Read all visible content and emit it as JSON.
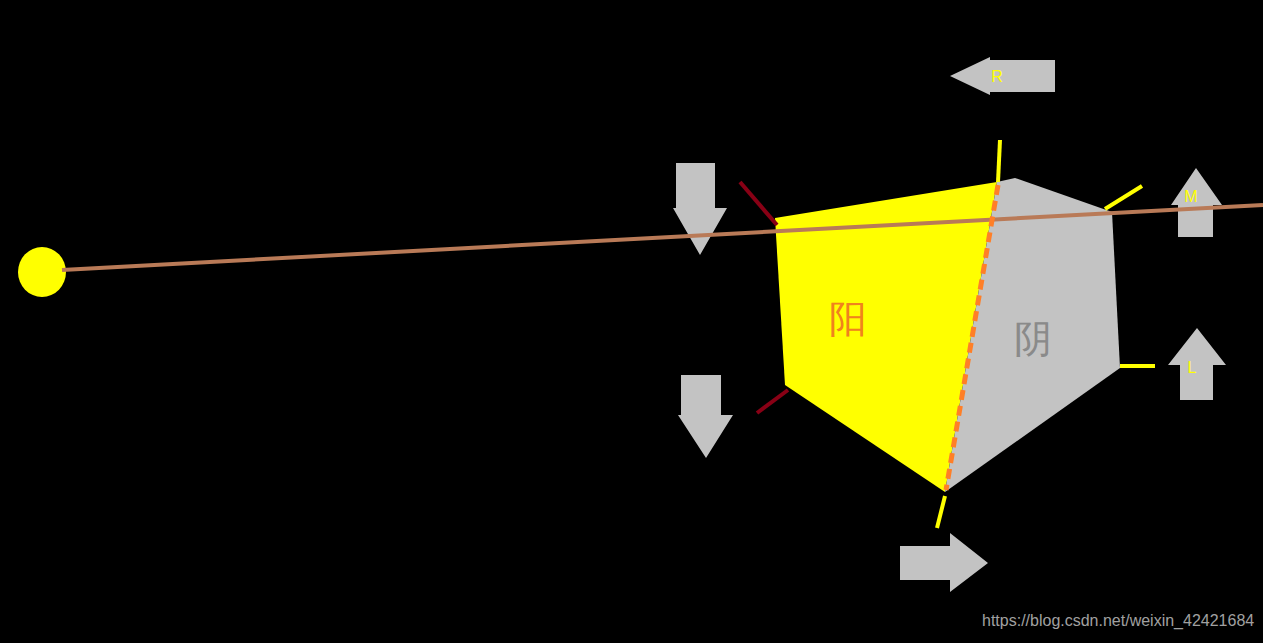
{
  "diagram": {
    "nodes": [
      {
        "text": [
          "阳"
        ]
      },
      {
        "text": [
          "阴"
        ]
      },
      {
        "text": [
          "R"
        ]
      },
      {
        "text": [
          "M"
        ]
      },
      {
        "text": [
          "L"
        ]
      }
    ],
    "labels": [
      "https://blog.csdn.net/weixin_42421684"
    ]
  }
}
